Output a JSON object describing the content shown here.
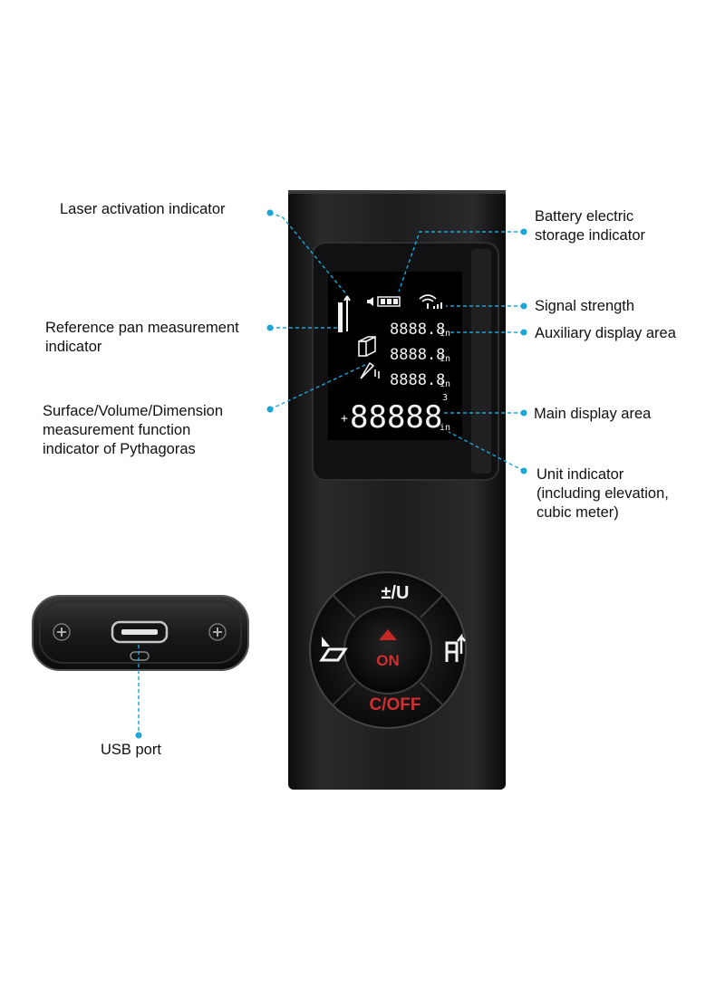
{
  "labels": {
    "laser_activation": "Laser activation indicator",
    "reference_pan": [
      "Reference pan measurement",
      "indicator"
    ],
    "surface_volume": [
      "Surface/Volume/Dimension",
      "measurement function",
      "indicator of Pythagoras"
    ],
    "battery": [
      "Battery electric",
      "storage indicator"
    ],
    "signal": "Signal strength",
    "auxiliary": "Auxiliary display area",
    "main_display": "Main display area",
    "unit_indicator": [
      "Unit indicator",
      "(including elevation,",
      "cubic meter)"
    ],
    "usb_port": "USB port"
  },
  "screen": {
    "aux_values": [
      "8888.8",
      "8888.8",
      "8888.8"
    ],
    "aux_unit": "in",
    "main_sign": "+",
    "main_value": "88888",
    "main_unit": "in",
    "superscript": "3"
  },
  "buttons": {
    "top": "±/U",
    "center": "ON",
    "bottom": "C/OFF"
  },
  "colors": {
    "accent": "#1aa6d6",
    "body": "#1c1c1e",
    "button_red": "#c62828",
    "label_red": "#d32f2f",
    "lcd_text": "#f2f2f2"
  }
}
